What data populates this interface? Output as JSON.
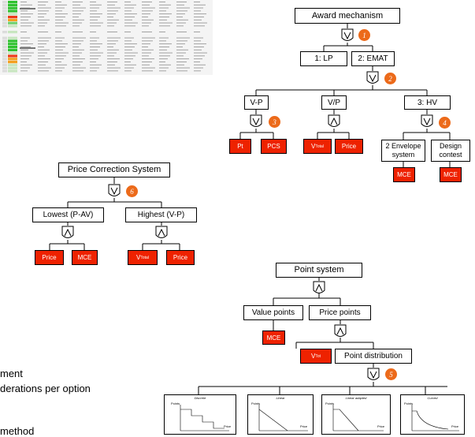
{
  "award_tree": {
    "root": "Award mechanism",
    "lp": "1: LP",
    "emat": "2: EMAT",
    "vp1": "V-P",
    "vp2": "V/P",
    "hv": "3: HV",
    "pt": "Pt",
    "pcs": "PCS",
    "vtotal_main": "V",
    "vtotal_sub": "Total",
    "price": "Price",
    "envelope": "2 Envelope system",
    "design": "Design contest",
    "mce": "MCE",
    "badges": [
      "1",
      "2",
      "3",
      "4"
    ]
  },
  "price_correction": {
    "root": "Price Correction System",
    "lowest": "Lowest (P-AV)",
    "highest": "Highest (V-P)",
    "price": "Price",
    "mce": "MCE",
    "vtotal_main": "V",
    "vtotal_sub": "Total",
    "badge": "6"
  },
  "point_system": {
    "root": "Point system",
    "value_points": "Value points",
    "price_points": "Price points",
    "mce": "MCE",
    "vtot_main": "V",
    "vtot_sub": "Tot",
    "distribution": "Point distribution",
    "badge": "5",
    "graphs": [
      {
        "title": "Discrete",
        "ylabel": "Points",
        "xlabel": "Price"
      },
      {
        "title": "Linear",
        "ylabel": "Points",
        "xlabel": "Price"
      },
      {
        "title": "Linear adapted",
        "ylabel": "Points",
        "xlabel": "Price"
      },
      {
        "title": "Curved",
        "ylabel": "Points",
        "xlabel": "Price"
      }
    ]
  },
  "side_text": [
    "ment",
    "derations per option",
    "method"
  ],
  "colors": {
    "red": "#ee2200",
    "badge": "#ec6a1a"
  }
}
